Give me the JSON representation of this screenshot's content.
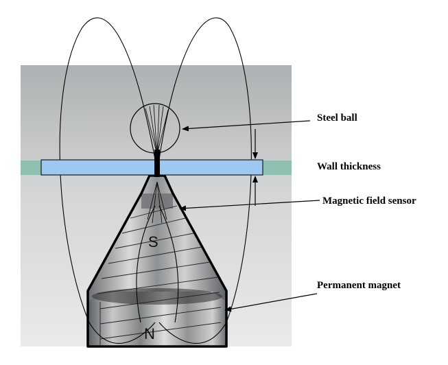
{
  "labels": {
    "steel_ball": "Steel ball",
    "wall_thickness": "Wall thickness",
    "magnetic_field_sensor": "Magnetic field sensor",
    "permanent_magnet": "Permanent magnet"
  },
  "poles": {
    "south": "S",
    "north": "N"
  },
  "colors": {
    "background_photo": "#b9bcbd",
    "wall_plate": "#9cc8f2",
    "wall_edge": "#7fb9a8",
    "magnet_metal": "#a5a8aa",
    "outline": "#000000"
  }
}
